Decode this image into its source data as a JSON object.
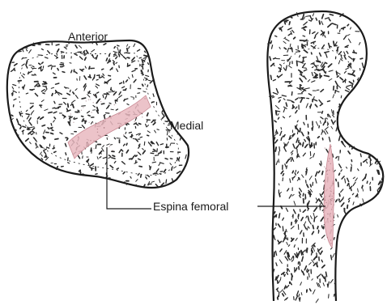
{
  "labels": {
    "anterior": "Anterior",
    "medial": "Medial",
    "espina": "Espina femoral"
  },
  "colors": {
    "outline": "#1a1a1a",
    "spine_fill": "#e9b8c0",
    "spine_stroke": "#c98a94",
    "background": "#ffffff"
  }
}
